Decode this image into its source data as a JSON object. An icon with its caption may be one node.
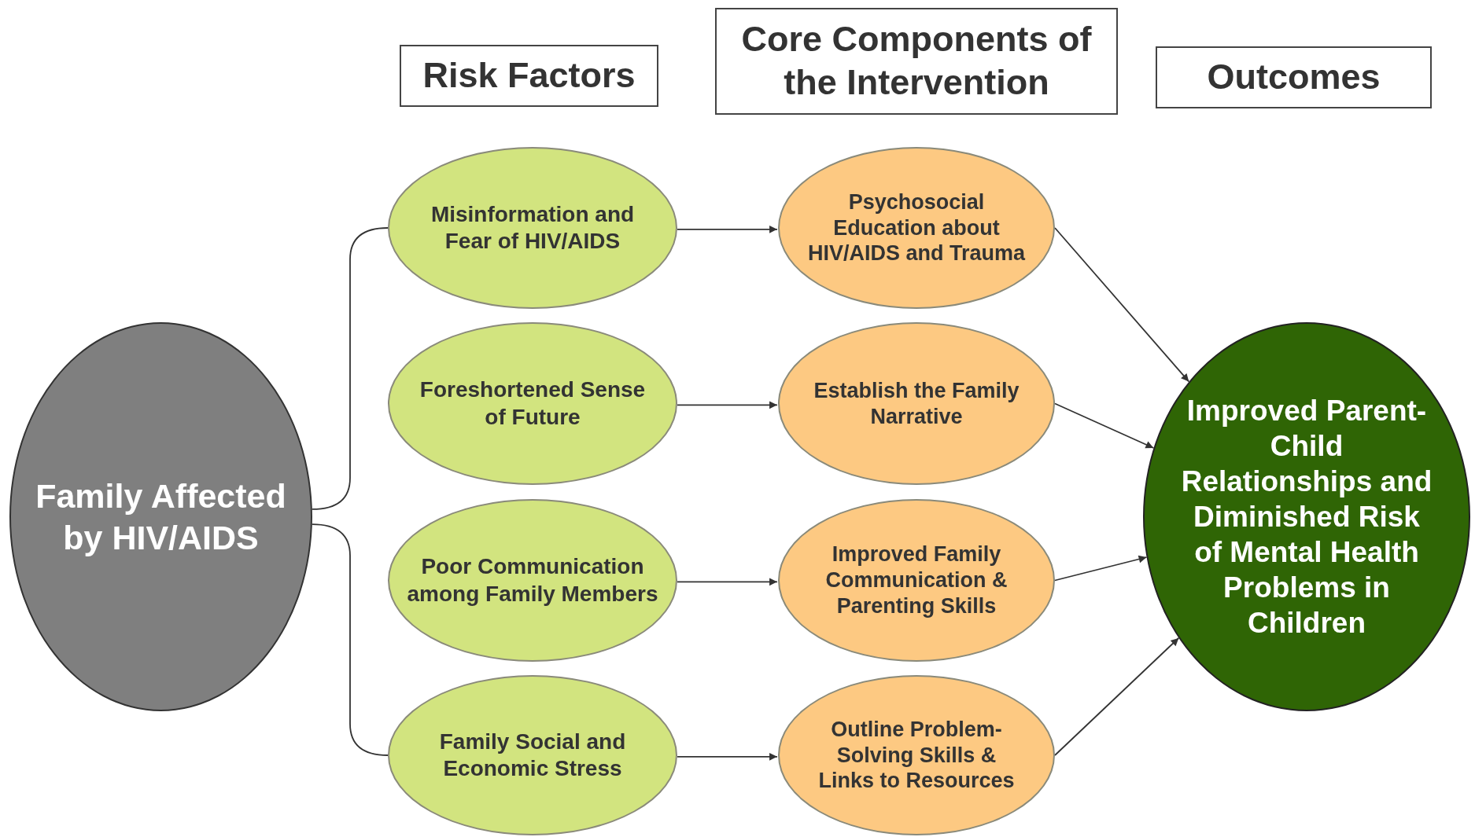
{
  "diagram": {
    "nodes": [
      {
        "text": [
          "Risk Factors"
        ]
      },
      {
        "text": [
          "Core Components of the Intervention"
        ]
      },
      {
        "text": [
          "Outcomes"
        ]
      },
      {
        "text": [
          "Family Affected by HIV/AIDS"
        ]
      },
      {
        "text": [
          "Misinformation and Fear of HIV/AIDS"
        ]
      },
      {
        "text": [
          "Foreshortened Sense of Future"
        ]
      },
      {
        "text": [
          "Poor Communication among Family Members"
        ]
      },
      {
        "text": [
          "Family Social and Economic Stress"
        ]
      },
      {
        "text": [
          "Psychosocial Education about HIV/AIDS and Trauma"
        ]
      },
      {
        "text": [
          "Establish the Family Narrative"
        ]
      },
      {
        "text": [
          "Improved Family Communication & Parenting Skills"
        ]
      },
      {
        "text": [
          "Outline Problem-Solving Skills & Links to Resources"
        ]
      },
      {
        "text": [
          "Improved Parent-Child Relationships and Diminished Risk of Mental Health Problems in Children"
        ]
      }
    ],
    "edges": [
      {
        "from": 3,
        "to": 4,
        "arrow": "none"
      },
      {
        "from": 3,
        "to": 7,
        "arrow": "none"
      },
      {
        "from": 4,
        "to": 8,
        "arrow": "to"
      },
      {
        "from": 5,
        "to": 9,
        "arrow": "to"
      },
      {
        "from": 6,
        "to": 10,
        "arrow": "to"
      },
      {
        "from": 7,
        "to": 11,
        "arrow": "to"
      },
      {
        "from": 8,
        "to": 12,
        "arrow": "to"
      },
      {
        "from": 9,
        "to": 12,
        "arrow": "to"
      },
      {
        "from": 10,
        "to": 12,
        "arrow": "to"
      },
      {
        "from": 11,
        "to": 12,
        "arrow": "to"
      }
    ]
  }
}
